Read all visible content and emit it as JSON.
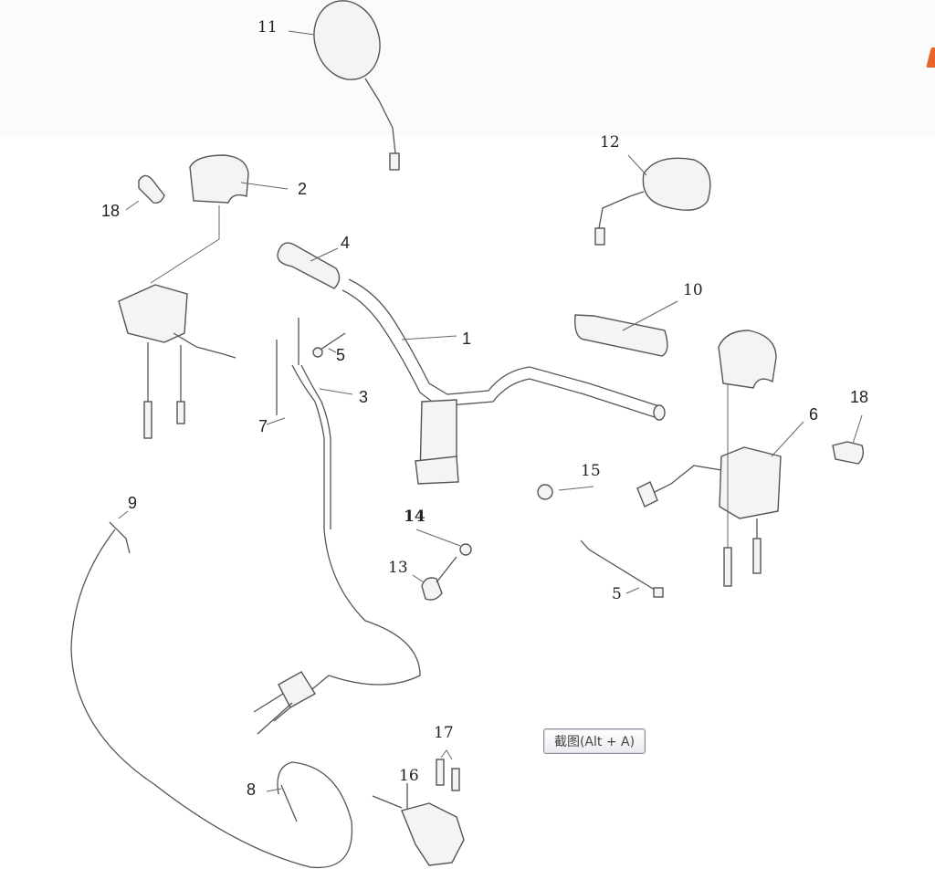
{
  "diagram": {
    "title": "Handlebar assembly exploded parts view",
    "parts": [
      {
        "id": "part-1",
        "label": "1",
        "name": "handlebar"
      },
      {
        "id": "part-2",
        "label": "2",
        "name": "left switch upper housing"
      },
      {
        "id": "part-3",
        "label": "3",
        "name": "throttle cable"
      },
      {
        "id": "part-4",
        "label": "4",
        "name": "throttle grip"
      },
      {
        "id": "part-5a",
        "label": "5",
        "name": "cable tie"
      },
      {
        "id": "part-5b",
        "label": "5",
        "name": "cable tie"
      },
      {
        "id": "part-6",
        "label": "6",
        "name": "right switch assembly"
      },
      {
        "id": "part-7",
        "label": "7",
        "name": "screw"
      },
      {
        "id": "part-8",
        "label": "8",
        "name": "rear brake cable"
      },
      {
        "id": "part-9",
        "label": "9",
        "name": "cable adjuster"
      },
      {
        "id": "part-10",
        "label": "10",
        "name": "left grip"
      },
      {
        "id": "part-11",
        "label": "11",
        "name": "left mirror"
      },
      {
        "id": "part-12",
        "label": "12",
        "name": "right mirror"
      },
      {
        "id": "part-13",
        "label": "13",
        "name": "bolt"
      },
      {
        "id": "part-14",
        "label": "14",
        "name": "nut"
      },
      {
        "id": "part-15",
        "label": "15",
        "name": "nut"
      },
      {
        "id": "part-16",
        "label": "16",
        "name": "brake master cylinder"
      },
      {
        "id": "part-17",
        "label": "17",
        "name": "screws"
      },
      {
        "id": "part-18a",
        "label": "18",
        "name": "bar end weight"
      },
      {
        "id": "part-18b",
        "label": "18",
        "name": "bar end weight"
      }
    ]
  },
  "overlay": {
    "screenshot_button": "截图(Alt + A)",
    "corner_mark_color": "#e8642a"
  }
}
